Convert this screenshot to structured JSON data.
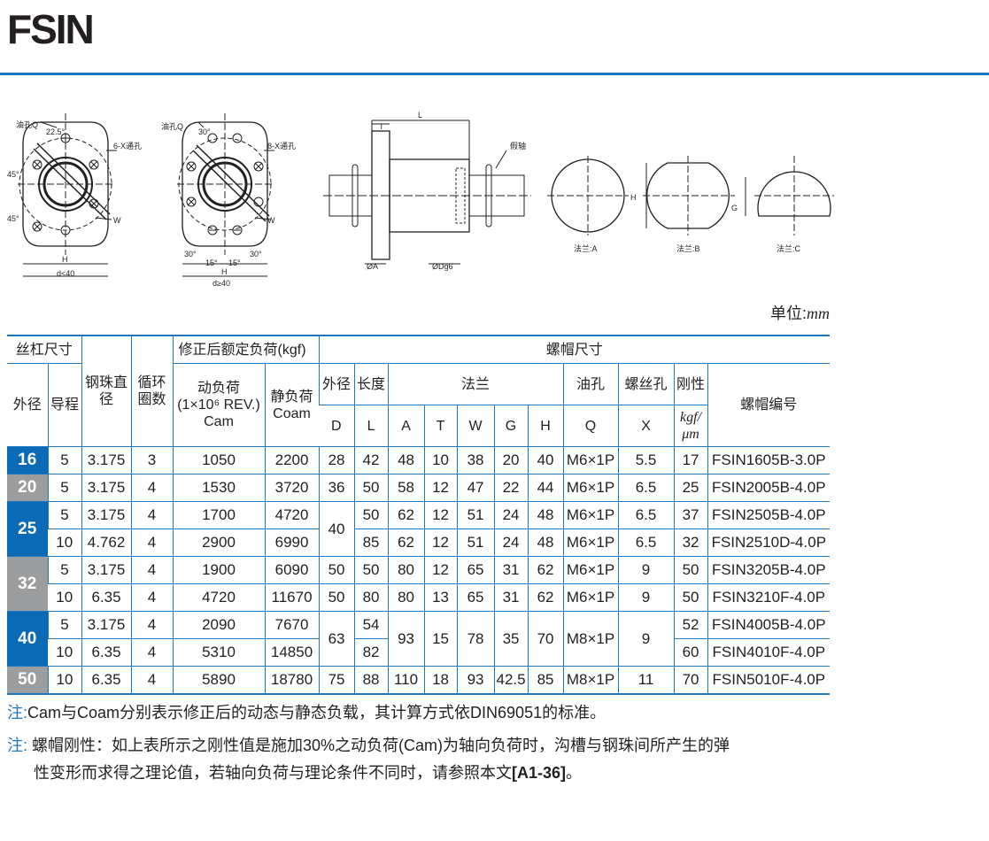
{
  "page_title": "FSIN",
  "unit_prefix": "单位:",
  "unit_value": "mm",
  "accent_color": "#1f78c2",
  "drawings": {
    "oil_hole_1": "油孔Q",
    "oil_hole_2": "油孔Q",
    "angle_225": "22.5°",
    "angle_30_top": "30°",
    "holes_6x": "6-X通孔",
    "holes_8x": "8-X通孔",
    "angle_45_top": "45°",
    "angle_45_bot": "45°",
    "w1": "W",
    "w2": "W",
    "h1": "H",
    "h2": "H",
    "d_lt_40": "d<40",
    "d_ge_40": "d≥40",
    "ang_30_l": "30°",
    "ang_15_l": "15°",
    "ang_15_r": "15°",
    "ang_30_r": "30°",
    "t": "T",
    "l": "L",
    "dummy_shaft": "假轴",
    "phi_a": "ØA",
    "phi_dg6": "ØDg6",
    "h_flange": "H",
    "g_flange": "G",
    "flange_a": "法兰:A",
    "flange_b": "法兰:B",
    "flange_c": "法兰:C"
  },
  "table": {
    "h_screw_size": "丝杠尺寸",
    "h_ball_dia": "钢珠直径",
    "h_circuits": "循环圈数",
    "h_load": "修正后额定负荷(kgf)",
    "h_nut": "螺帽尺寸",
    "h_od": "外径",
    "h_lead": "导程",
    "h_dyn_1": "动负荷",
    "h_dyn_2": "(1×10⁶ REV.)",
    "h_dyn_3": "Cam",
    "h_sta_1": "静负荷",
    "h_sta_2": "Coam",
    "h_nut_od": "外径",
    "h_length": "长度",
    "h_flange": "法兰",
    "h_oil": "油孔",
    "h_screw_hole": "螺丝孔",
    "h_stiff": "刚性",
    "h_part": "螺帽编号",
    "c_D": "D",
    "c_L": "L",
    "c_A": "A",
    "c_T": "T",
    "c_W": "W",
    "c_G": "G",
    "c_H": "H",
    "c_Q": "Q",
    "c_X": "X",
    "c_K": "kgf/μm",
    "g16": "16",
    "g20": "20",
    "g25": "25",
    "g32": "32",
    "g40": "40",
    "g50": "50",
    "rows": [
      {
        "lead": "5",
        "ball": "3.175",
        "circ": "3",
        "dyn": "1050",
        "sta": "2200",
        "D": "28",
        "L": "42",
        "A": "48",
        "T": "10",
        "W": "38",
        "G": "20",
        "H": "40",
        "Q": "M6×1P",
        "X": "5.5",
        "K": "17",
        "part": "FSIN1605B-3.0P"
      },
      {
        "lead": "5",
        "ball": "3.175",
        "circ": "4",
        "dyn": "1530",
        "sta": "3720",
        "D": "36",
        "L": "50",
        "A": "58",
        "T": "12",
        "W": "47",
        "G": "22",
        "H": "44",
        "Q": "M6×1P",
        "X": "6.5",
        "K": "25",
        "part": "FSIN2005B-4.0P"
      },
      {
        "lead": "5",
        "ball": "3.175",
        "circ": "4",
        "dyn": "1700",
        "sta": "4720",
        "D": "40",
        "L": "50",
        "A": "62",
        "T": "12",
        "W": "51",
        "G": "24",
        "H": "48",
        "Q": "M6×1P",
        "X": "6.5",
        "K": "37",
        "part": "FSIN2505B-4.0P"
      },
      {
        "lead": "10",
        "ball": "4.762",
        "circ": "4",
        "dyn": "2900",
        "sta": "6990",
        "L": "85",
        "A": "62",
        "T": "12",
        "W": "51",
        "G": "24",
        "H": "48",
        "Q": "M6×1P",
        "X": "6.5",
        "K": "32",
        "part": "FSIN2510D-4.0P"
      },
      {
        "lead": "5",
        "ball": "3.175",
        "circ": "4",
        "dyn": "1900",
        "sta": "6090",
        "D": "50",
        "L": "50",
        "A": "80",
        "T": "12",
        "W": "65",
        "G": "31",
        "H": "62",
        "Q": "M6×1P",
        "X": "9",
        "K": "50",
        "part": "FSIN3205B-4.0P"
      },
      {
        "lead": "10",
        "ball": "6.35",
        "circ": "4",
        "dyn": "4720",
        "sta": "11670",
        "D": "50",
        "L": "80",
        "A": "80",
        "T": "13",
        "W": "65",
        "G": "31",
        "H": "62",
        "Q": "M6×1P",
        "X": "9",
        "K": "50",
        "part": "FSIN3210F-4.0P"
      },
      {
        "lead": "5",
        "ball": "3.175",
        "circ": "4",
        "dyn": "2090",
        "sta": "7670",
        "D": "63",
        "L": "54",
        "A": "93",
        "T": "15",
        "W": "78",
        "G": "35",
        "H": "70",
        "Q": "M8×1P",
        "X": "9",
        "K": "52",
        "part": "FSIN4005B-4.0P"
      },
      {
        "lead": "10",
        "ball": "6.35",
        "circ": "4",
        "dyn": "5310",
        "sta": "14850",
        "L": "82",
        "K": "60",
        "part": "FSIN4010F-4.0P"
      },
      {
        "lead": "10",
        "ball": "6.35",
        "circ": "4",
        "dyn": "5890",
        "sta": "18780",
        "D": "75",
        "L": "88",
        "A": "110",
        "T": "18",
        "W": "93",
        "G": "42.5",
        "H": "85",
        "Q": "M8×1P",
        "X": "11",
        "K": "70",
        "part": "FSIN5010F-4.0P"
      }
    ]
  },
  "notes": {
    "n1_mark": "注:",
    "n1_text": "Cam与Coam分别表示修正后的动态与静态负载，其计算方式依DIN69051的标准。",
    "n2_mark": "注:",
    "n2_text_a": "螺帽刚性：如上表所示之刚性值是施加30%之动负荷(Cam)为轴向负荷时，沟槽与钢珠间所产生的弹",
    "n2_text_b": "性变形而求得之理论值，若轴向负荷与理论条件不同时，请参照本文",
    "n2_ref": "[A1-36]",
    "n2_end": "。"
  }
}
